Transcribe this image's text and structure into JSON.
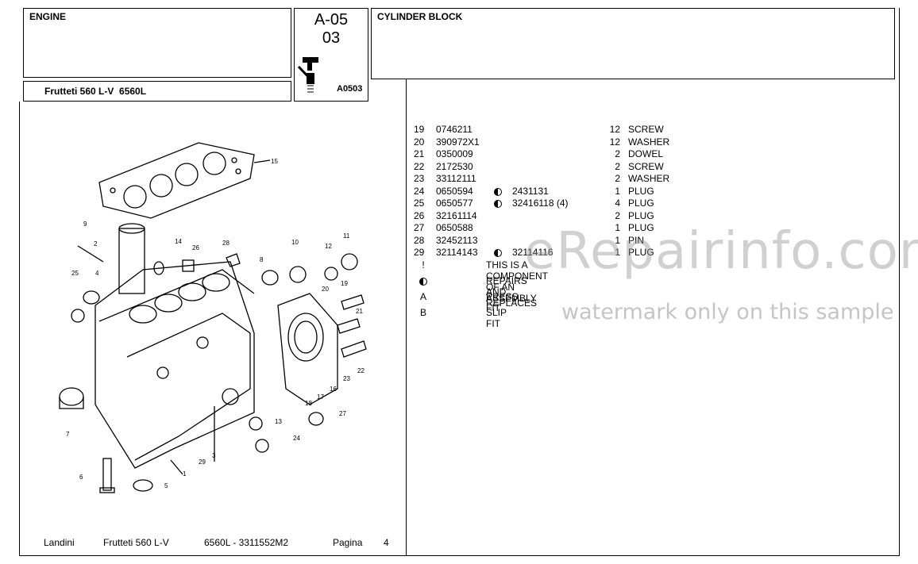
{
  "header": {
    "section_title": "ENGINE",
    "model": "Frutteti 560 L-V  6560L",
    "code_line1": "A-05",
    "code_line2": "03",
    "ref_code": "A0503",
    "group_title": "CYLINDER BLOCK"
  },
  "parts": [
    {
      "no": "19",
      "part": "0746211",
      "alt": "",
      "icon": "",
      "qty": "12",
      "desc": "SCREW"
    },
    {
      "no": "20",
      "part": "390972X1",
      "alt": "",
      "icon": "",
      "qty": "12",
      "desc": "WASHER"
    },
    {
      "no": "21",
      "part": "0350009",
      "alt": "",
      "icon": "",
      "qty": "2",
      "desc": "DOWEL"
    },
    {
      "no": "22",
      "part": "2172530",
      "alt": "",
      "icon": "",
      "qty": "2",
      "desc": "SCREW"
    },
    {
      "no": "23",
      "part": "33112111",
      "alt": "",
      "icon": "",
      "qty": "2",
      "desc": "WASHER"
    },
    {
      "no": "24",
      "part": "0650594",
      "alt": "2431131",
      "icon": "half-circle-icon",
      "qty": "1",
      "desc": "PLUG"
    },
    {
      "no": "25",
      "part": "0650577",
      "alt": "32416118 (4)",
      "icon": "half-circle-icon",
      "qty": "4",
      "desc": "PLUG"
    },
    {
      "no": "26",
      "part": "32161114",
      "alt": "",
      "icon": "",
      "qty": "2",
      "desc": "PLUG"
    },
    {
      "no": "27",
      "part": "0650588",
      "alt": "",
      "icon": "",
      "qty": "1",
      "desc": "PLUG"
    },
    {
      "no": "28",
      "part": "32452113",
      "alt": "",
      "icon": "",
      "qty": "1",
      "desc": "PIN"
    },
    {
      "no": "29",
      "part": "32114143",
      "alt": "32114116",
      "icon": "half-circle-icon",
      "qty": "1",
      "desc": "PLUG"
    }
  ],
  "legend": [
    {
      "symbol": "!",
      "text": "THIS IS A COMPONENT OF AN ASSEMBLY"
    },
    {
      "symbol": "",
      "icon": "half-circle-icon",
      "text": "REPAIRS AND REPLACES"
    },
    {
      "symbol": "A",
      "text": "PRESS FIT"
    },
    {
      "symbol": "B",
      "text": "SLIP FIT"
    }
  ],
  "footer": {
    "brand": "Landini",
    "model": "Frutteti 560 L-V",
    "doc": "6560L - 3311552M2",
    "page_label": "Pagina",
    "page_no": "4"
  },
  "watermark": {
    "main": "eRepairinfo.com",
    "sub": "watermark only on this sample"
  },
  "diagram": {
    "callouts": [
      "15",
      "9",
      "2",
      "14",
      "26",
      "28",
      "10",
      "11",
      "12",
      "8",
      "25",
      "4",
      "19",
      "20",
      "21",
      "22",
      "23",
      "16",
      "17",
      "18",
      "27",
      "13",
      "24",
      "7",
      "29",
      "3",
      "1",
      "6",
      "5"
    ]
  }
}
